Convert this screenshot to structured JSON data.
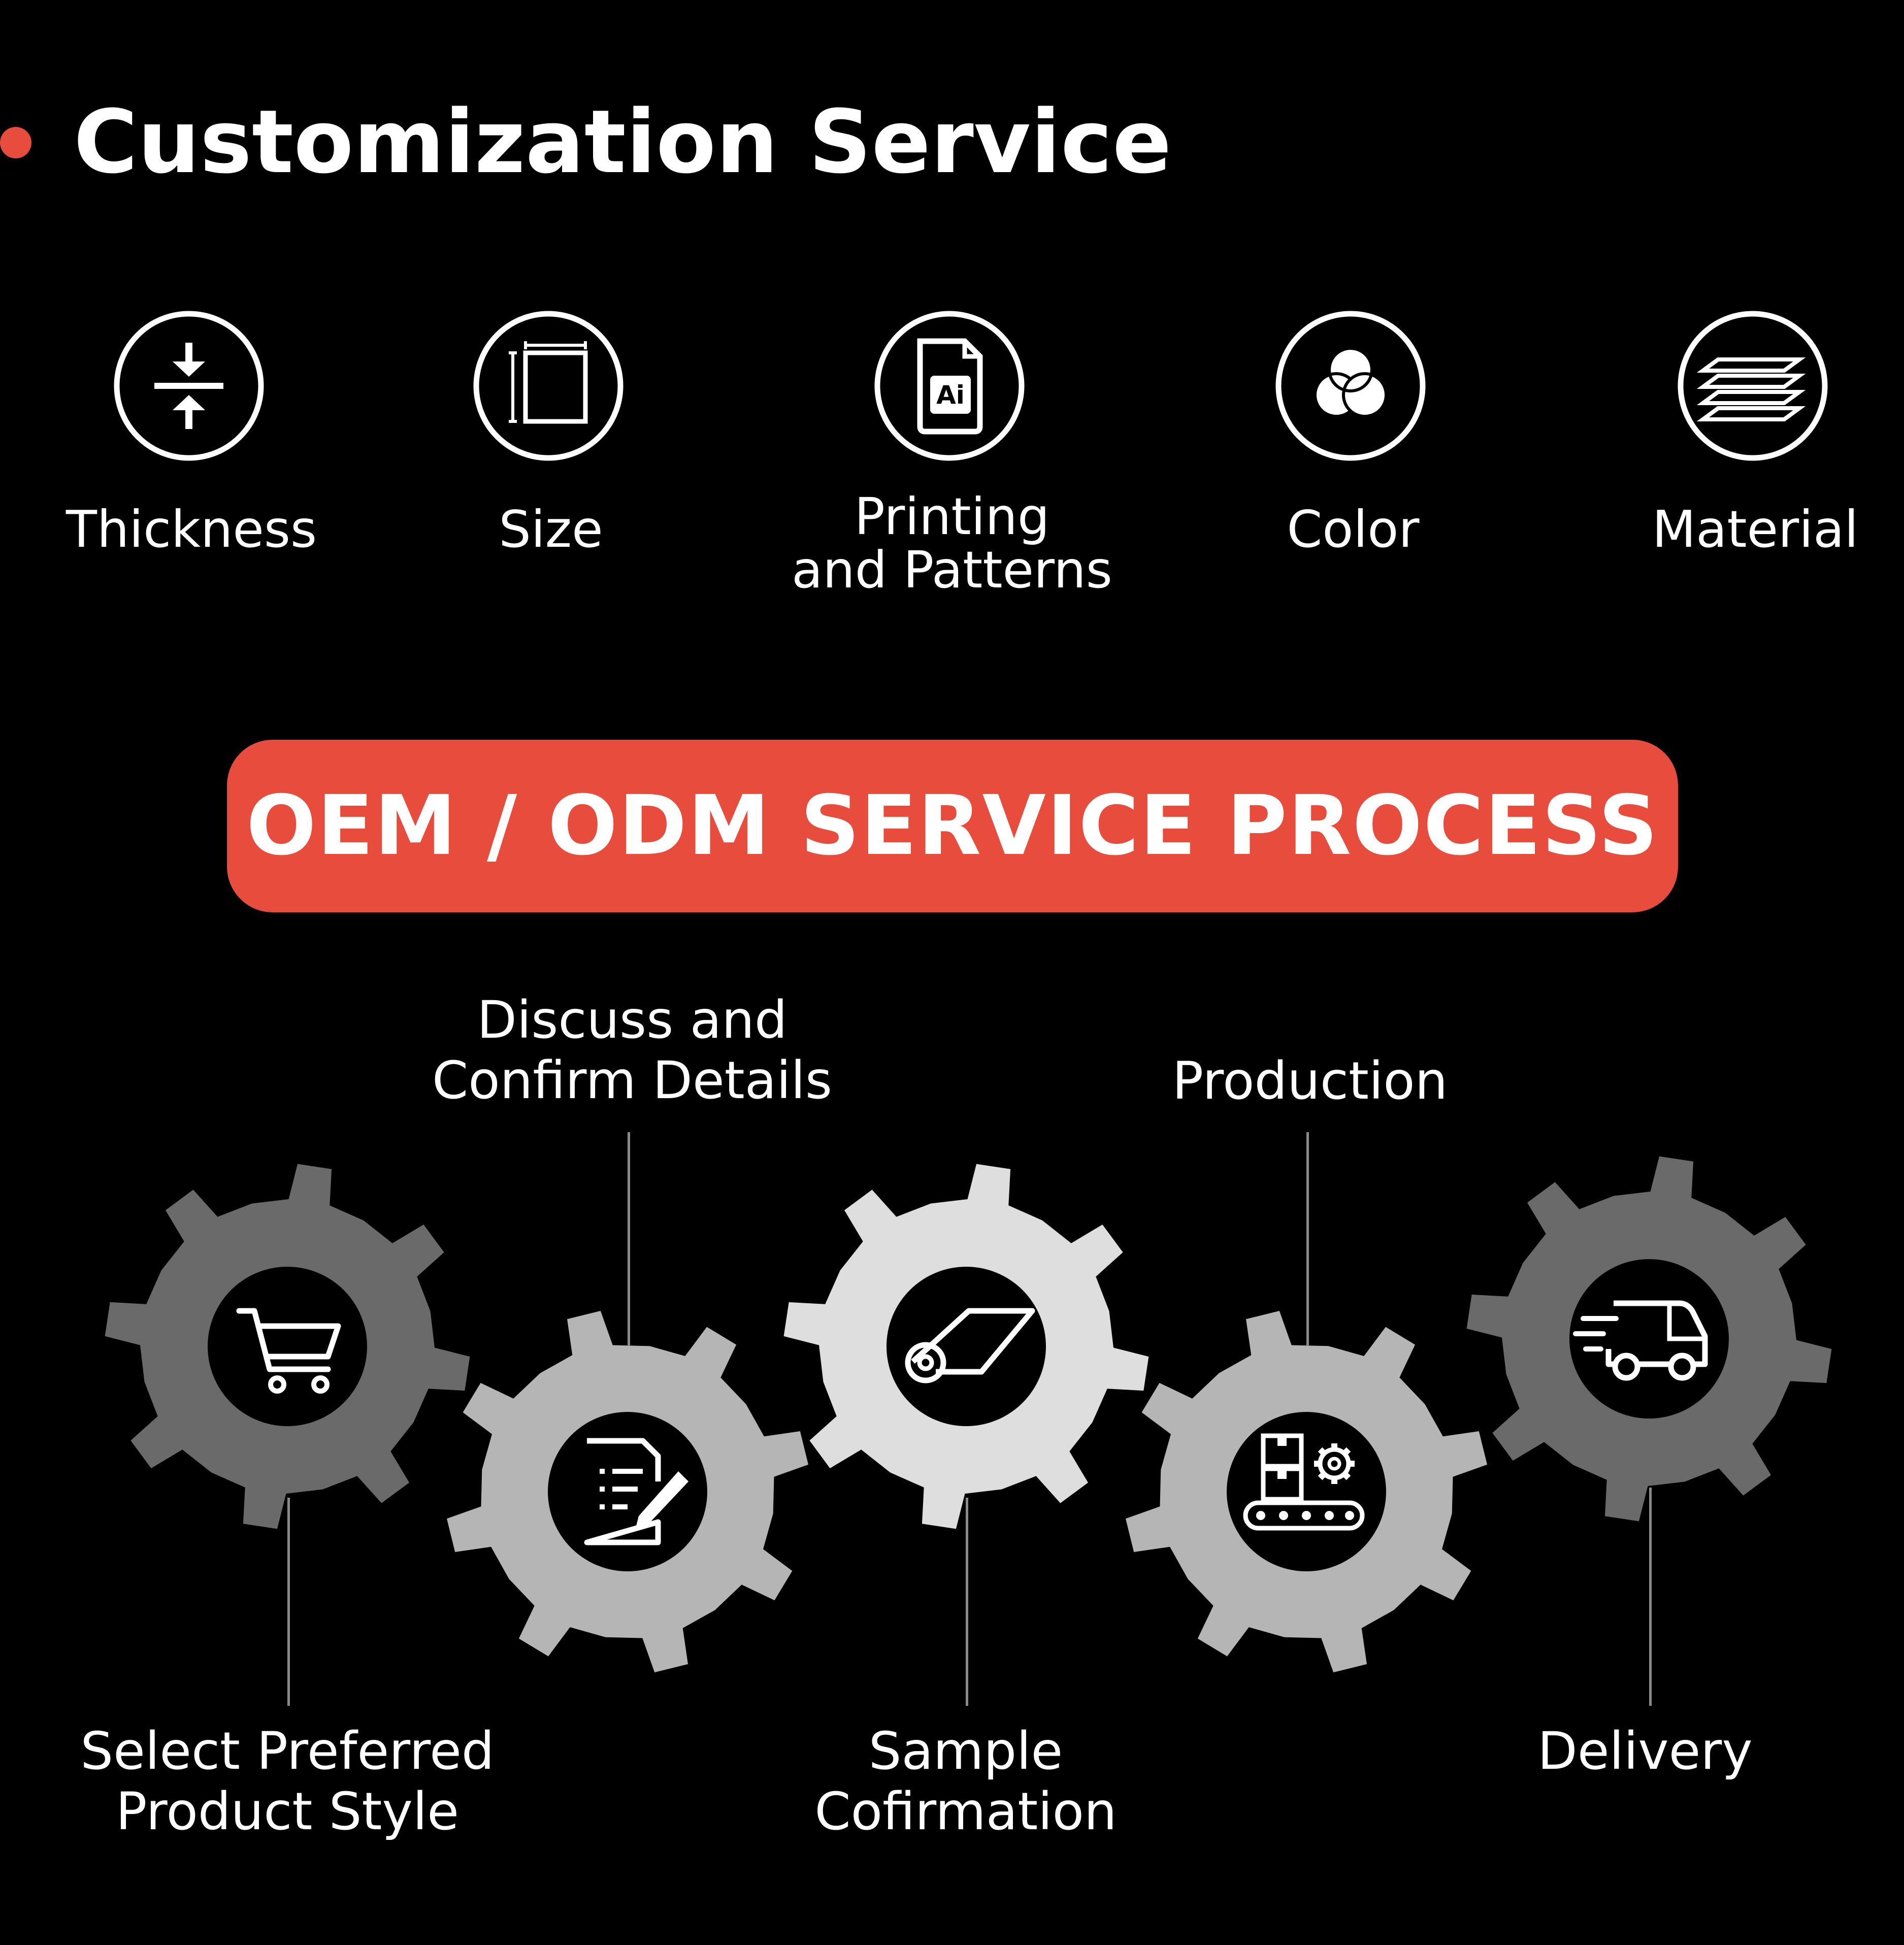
{
  "header": {
    "title": "Customization Service",
    "accent_color": "#e84c3d"
  },
  "options": [
    {
      "label": "Thickness",
      "icon": "thickness-arrows-icon"
    },
    {
      "label": "Size",
      "icon": "size-frame-icon"
    },
    {
      "label": "Printing\nand Patterns",
      "icon": "ai-file-icon"
    },
    {
      "label": "Color",
      "icon": "color-circles-icon"
    },
    {
      "label": "Material",
      "icon": "material-layers-icon"
    }
  ],
  "banner": {
    "text": "OEM / ODM SERVICE PROCESS"
  },
  "process": {
    "steps": [
      {
        "label": "Select Preferred\nProduct Style",
        "icon": "shopping-cart-icon",
        "gear_color": "#6a6a6a"
      },
      {
        "label": "Discuss and\nConfirm Details",
        "icon": "document-edit-icon",
        "gear_color": "#b5b5b5"
      },
      {
        "label": "Sample\nCofirmation",
        "icon": "material-roll-icon",
        "gear_color": "#dedede"
      },
      {
        "label": "Production",
        "icon": "factory-conveyor-icon",
        "gear_color": "#b5b5b5"
      },
      {
        "label": "Delivery",
        "icon": "delivery-truck-icon",
        "gear_color": "#6a6a6a"
      }
    ]
  }
}
